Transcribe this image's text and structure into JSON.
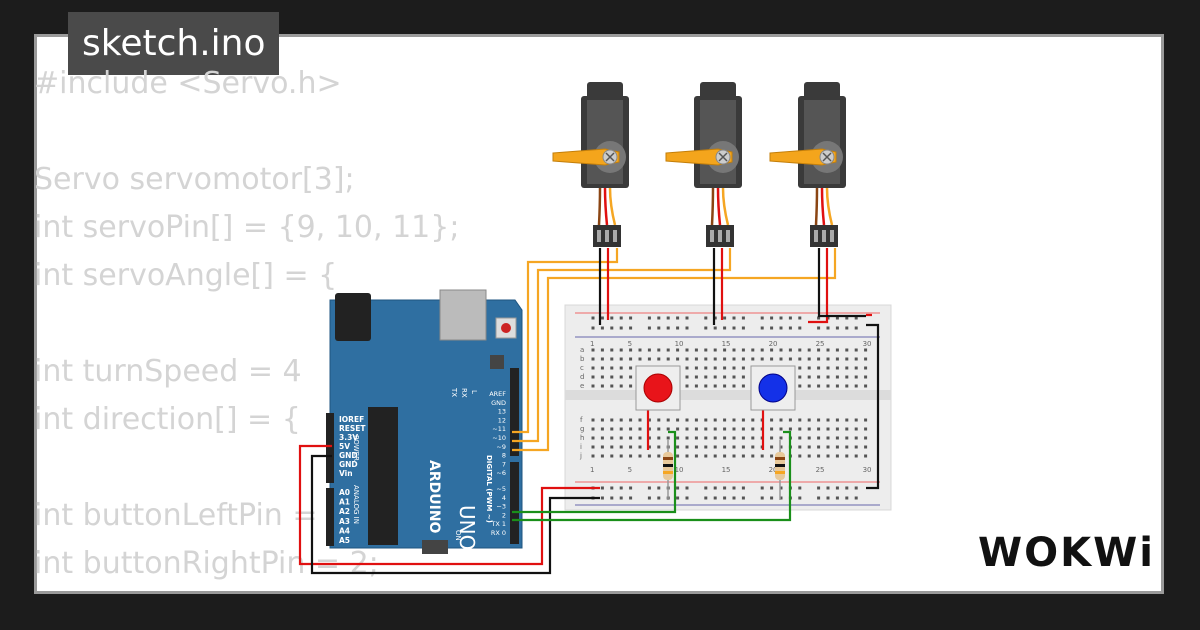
{
  "title": "sketch.ino",
  "code_lines": [
    "#include <Servo.h>",
    "",
    "Servo servomotor[3];",
    "int servoPin[] = {9, 10, 11};",
    "int servoAngle[] = {",
    "",
    "int turnSpeed = 4",
    "int direction[] = {",
    "",
    "int buttonLeftPin = 3;",
    "int buttonRightPin = 2;"
  ],
  "logo": "WOKWi",
  "arduino": {
    "brand": "ARDUINO",
    "model": "UNO",
    "power_pins": [
      "IOREF",
      "RESET",
      "3.3V",
      "5V",
      "GND",
      "GND",
      "Vin"
    ],
    "analog_pins": [
      "A0",
      "A1",
      "A2",
      "A3",
      "A4",
      "A5"
    ],
    "power_label": "POWER",
    "analog_label": "ANALOG IN",
    "digital_label": "DIGITAL (PWM ~)",
    "digital_pins": [
      "AREF",
      "GND",
      "13",
      "12",
      "~11",
      "~10",
      "~9",
      "8",
      "7",
      "~6",
      "~5",
      "4",
      "~3",
      "2",
      "TX 1",
      "RX 0"
    ],
    "tx_label": "TX",
    "rx_label": "RX",
    "l_label": "L",
    "on_label": "ON"
  },
  "breadboard": {
    "column_numbers": [
      "1",
      "5",
      "10",
      "15",
      "20",
      "25",
      "30"
    ],
    "row_letters_top": [
      "a",
      "b",
      "c",
      "d",
      "e"
    ],
    "row_letters_bottom": [
      "f",
      "g",
      "h",
      "i",
      "j"
    ]
  },
  "colors": {
    "board": "#2f6fa1",
    "servo_horn": "#f4a51c",
    "button_left": "#e8141a",
    "button_right": "#1431e8",
    "wire_signal": "#f5a623",
    "wire_power": "#e01010",
    "wire_ground": "#111111",
    "wire_data": "#1a8f1a"
  }
}
